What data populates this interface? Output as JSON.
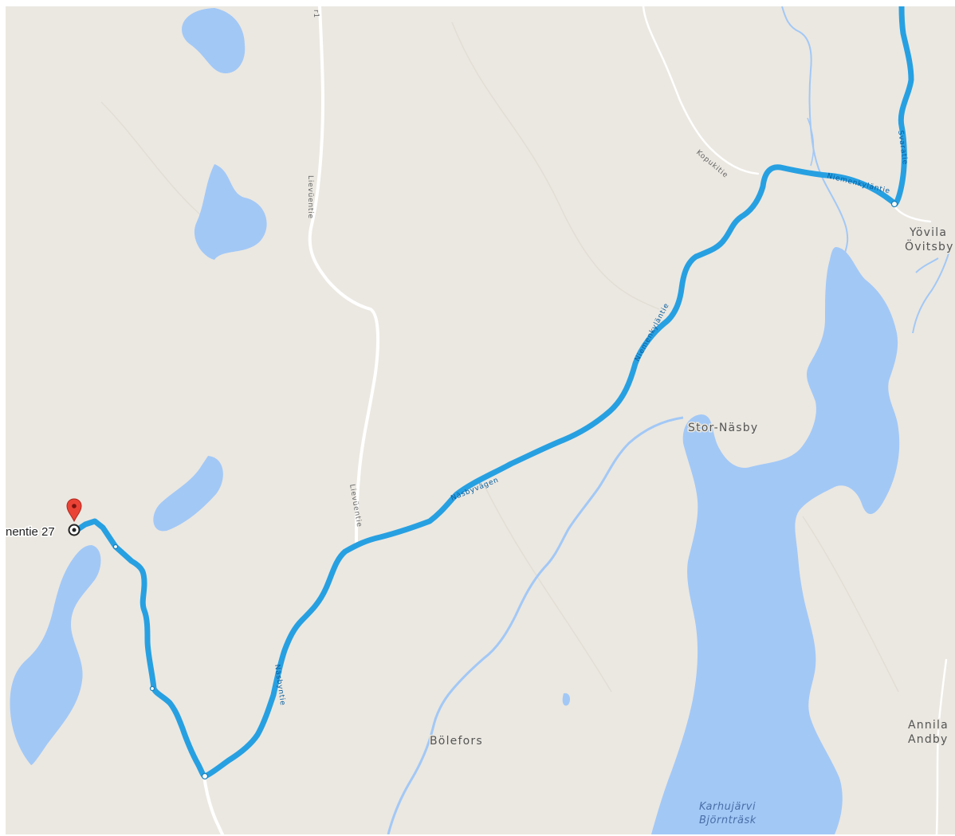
{
  "map": {
    "colors": {
      "land": "#ebe8e1",
      "water": "#a2c8f6",
      "road": "#ffffff",
      "route": "#27a0e2",
      "marker": "#ea4335"
    },
    "destination_label": "nentie 27",
    "places": {
      "stor_nasby": "Stor-Näsby",
      "bolefors": "Bölefors",
      "yovila": "Yövila",
      "ovitsby": "Övitsby",
      "annila": "Annila",
      "andby": "Andby"
    },
    "lake": {
      "name_fi": "Karhujärvi",
      "name_sv": "Björnträsk"
    },
    "roads": {
      "lievuentie_1": "Lievüentie",
      "lievuentie_2": "Lievüentie",
      "kopukitie": "Kopukitie",
      "nasbyvagen": "Näsbyvägen",
      "niemenkyla_1": "Niemenkyläntie",
      "niemenkyla_2": "Niemenkyläntie",
      "svaratie": "Svaratie",
      "lower_route": "Näsbyntie",
      "top_fragment": "r1"
    }
  }
}
